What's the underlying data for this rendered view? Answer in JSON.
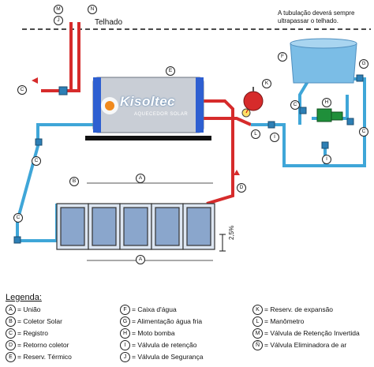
{
  "roof_label": "Telhado",
  "roof_note": "A tubulação deverá sempre ultrapassar o telhado.",
  "brand": {
    "name": "Kisoltec",
    "tagline": "AQUECEDOR SOLAR"
  },
  "slope_label": "2,5%",
  "diagram_tags": [
    "M",
    "N",
    "J",
    "C",
    "E",
    "F",
    "G",
    "K",
    "H",
    "L",
    "C",
    "I",
    "C",
    "I",
    "C",
    "D",
    "B",
    "A",
    "C",
    "A"
  ],
  "legend": {
    "title": "Legenda:",
    "items": [
      {
        "key": "A",
        "label": "= União"
      },
      {
        "key": "B",
        "label": "= Coletor Solar"
      },
      {
        "key": "C",
        "label": "= Registro"
      },
      {
        "key": "D",
        "label": "= Retorno coletor"
      },
      {
        "key": "E",
        "label": "= Reserv. Térmico"
      },
      {
        "key": "F",
        "label": "= Caixa d'água"
      },
      {
        "key": "G",
        "label": "= Alimentação água fria"
      },
      {
        "key": "H",
        "label": "= Moto bomba"
      },
      {
        "key": "I",
        "label": "= Válvula de retenção"
      },
      {
        "key": "J",
        "label": "= Válvula de Segurança"
      },
      {
        "key": "K",
        "label": "= Reserv. de expansão"
      },
      {
        "key": "L",
        "label": "= Manômetro"
      },
      {
        "key": "M",
        "label": "= Válvula de Retenção Invertida"
      },
      {
        "key": "Ñ",
        "label": "= Válvula Eliminadora de ar"
      }
    ]
  },
  "colors": {
    "hot_pipe": "#d62b2b",
    "cold_pipe": "#3fa6d8",
    "tank_body": "#c9ced6",
    "tank_band": "#2e5fd1",
    "panel_blue": "#8aa6cc"
  }
}
